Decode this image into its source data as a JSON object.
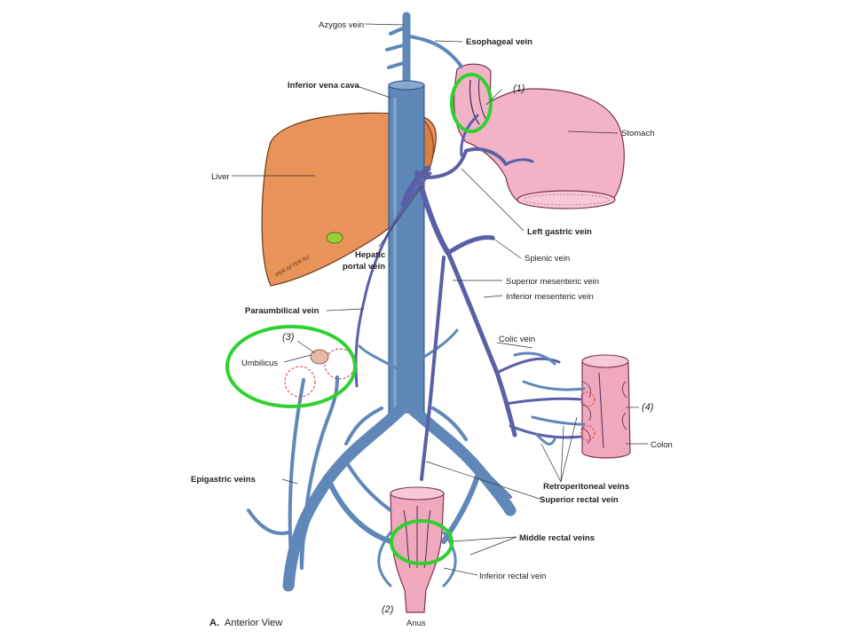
{
  "figure": {
    "caption_letter": "A.",
    "caption_text": "Anterior View"
  },
  "labels": {
    "azygos_vein": "Azygos vein",
    "esophageal_vein": "Esophageal vein",
    "inferior_vena_cava": "Inferior vena cava",
    "stomach": "Stomach",
    "liver": "Liver",
    "left_gastric_vein": "Left gastric vein",
    "hepatic_portal_vein_line1": "Hepatic",
    "hepatic_portal_vein_line2": "portal vein",
    "splenic_vein": "Splenic vein",
    "superior_mesenteric_vein": "Superior mesenteric vein",
    "inferior_mesenteric_vein": "Inferior mesenteric vein",
    "paraumbilical_vein": "Paraumbilical vein",
    "umbilicus": "Umbilicus",
    "colic_vein": "Colic vein",
    "colon": "Colon",
    "retroperitoneal_veins": "Retroperitoneal veins",
    "epigastric_veins": "Epigastric veins",
    "superior_rectal_vein": "Superior rectal vein",
    "middle_rectal_veins": "Middle rectal veins",
    "inferior_rectal_vein": "Inferior rectal vein",
    "anus": "Anus"
  },
  "markers": {
    "m1": "(1)",
    "m2": "(2)",
    "m3": "(3)",
    "m4": "(4)"
  },
  "colors": {
    "vein_blue": "#5f87b8",
    "vein_dark": "#2e4f78",
    "portal_purple": "#5a5fa8",
    "liver": "#e8935a",
    "stomach": "#f2b3c6",
    "colon": "#f0a8bc",
    "highlight_green": "#2fd12f",
    "anastomosis_red": "#d23c3c"
  }
}
